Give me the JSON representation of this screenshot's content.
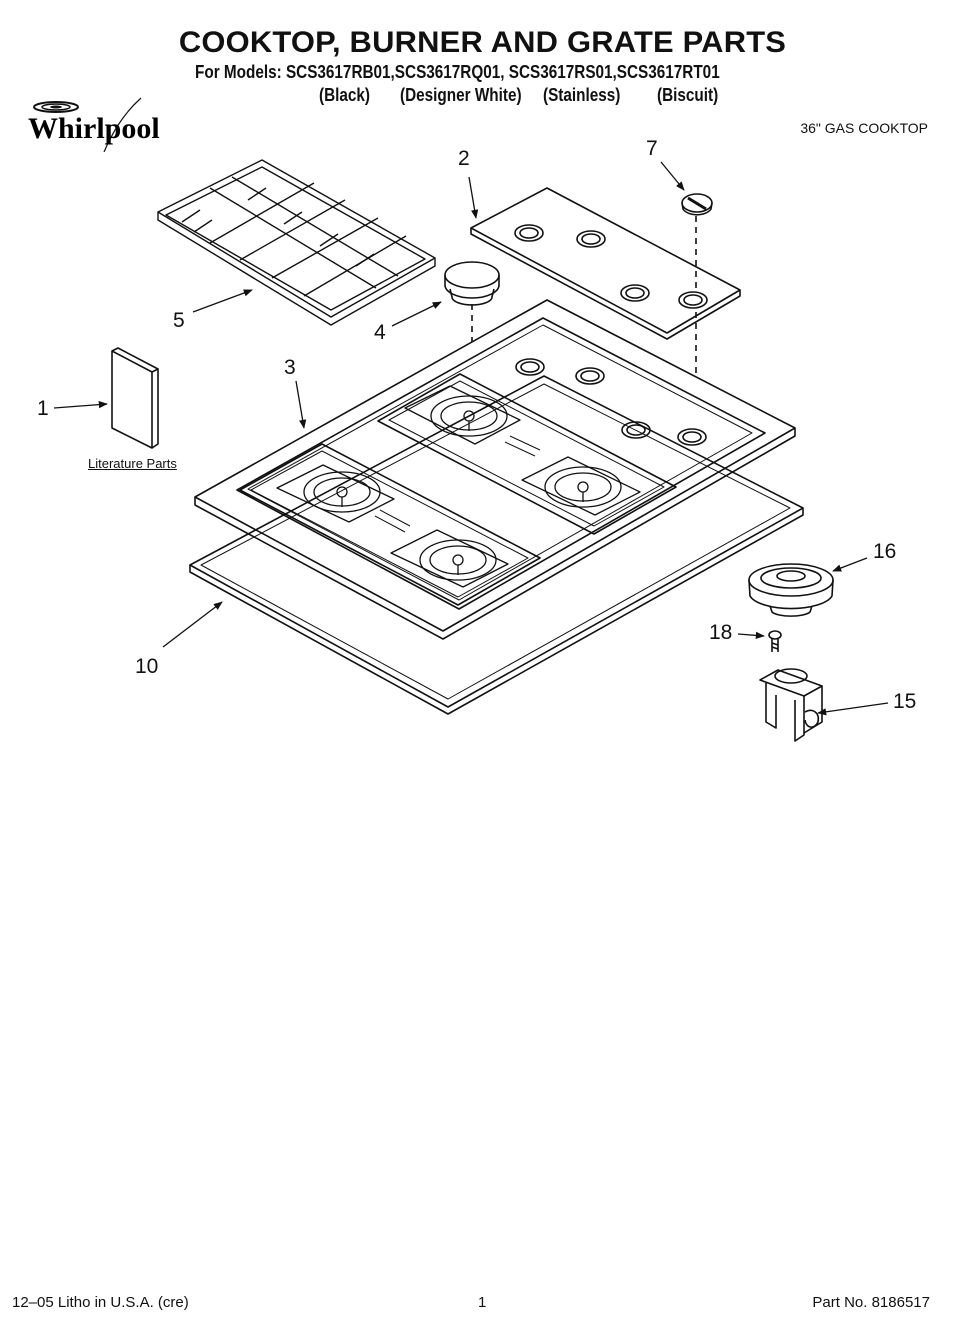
{
  "header": {
    "title": "COOKTOP, BURNER AND GRATE PARTS",
    "models_line": "For Models: SCS3617RB01,SCS3617RQ01, SCS3617RS01,SCS3617RT01",
    "colors": [
      "(Black)",
      "(Designer White)",
      "(Stainless)",
      "(Biscuit)"
    ],
    "brand": "Whirlpool",
    "subtitle": "36\" GAS COOKTOP"
  },
  "callouts": {
    "c1": "1",
    "c2": "2",
    "c3": "3",
    "c4": "4",
    "c5": "5",
    "c7": "7",
    "c10": "10",
    "c15": "15",
    "c16": "16",
    "c18": "18"
  },
  "labels": {
    "literature_parts": "Literature Parts"
  },
  "footer": {
    "litho": "12–05 Litho in U.S.A. (cre)",
    "page": "1",
    "part_no": "Part No. 8186517"
  }
}
